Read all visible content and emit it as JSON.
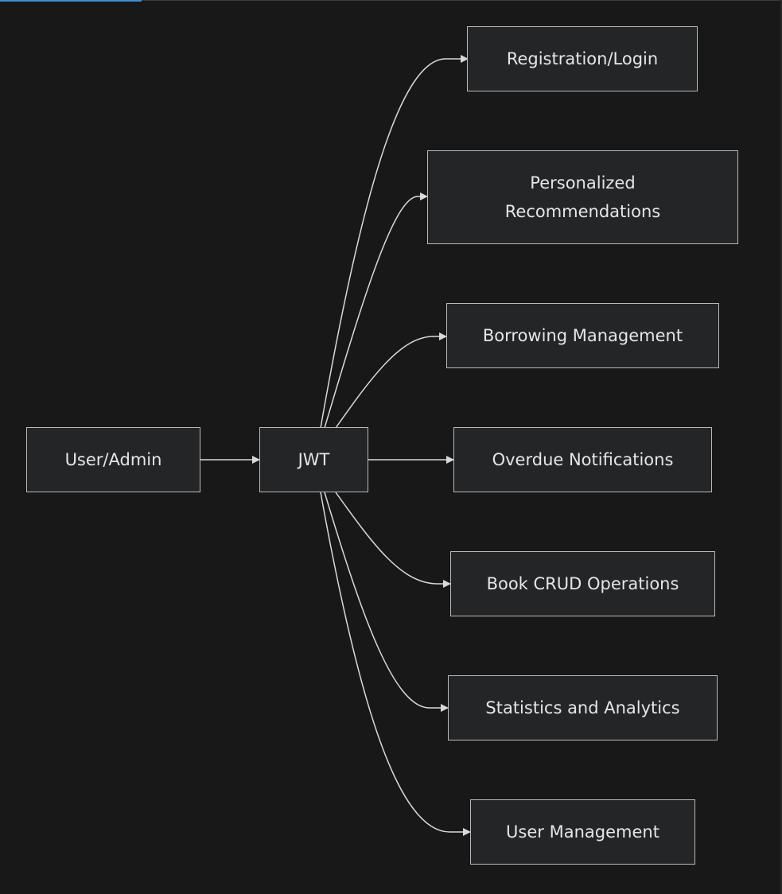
{
  "diagram": {
    "nodes": {
      "user_admin": "User/Admin",
      "jwt": "JWT",
      "registration_login": "Registration/Login",
      "personalized_recommendations": "Personalized\nRecommendations",
      "borrowing_management": "Borrowing Management",
      "overdue_notifications": "Overdue Notifications",
      "book_crud": "Book CRUD Operations",
      "statistics_analytics": "Statistics and Analytics",
      "user_management": "User Management"
    },
    "edges": [
      {
        "from": "user_admin",
        "to": "jwt"
      },
      {
        "from": "jwt",
        "to": "registration_login"
      },
      {
        "from": "jwt",
        "to": "personalized_recommendations"
      },
      {
        "from": "jwt",
        "to": "borrowing_management"
      },
      {
        "from": "jwt",
        "to": "overdue_notifications"
      },
      {
        "from": "jwt",
        "to": "book_crud"
      },
      {
        "from": "jwt",
        "to": "statistics_analytics"
      },
      {
        "from": "jwt",
        "to": "user_management"
      }
    ],
    "colors": {
      "background": "#181818",
      "node_fill": "#242526",
      "node_border": "#b9b9b9",
      "text": "#e6e6e6",
      "edge": "#d9d9d9",
      "accent": "#3b8fd6"
    }
  }
}
